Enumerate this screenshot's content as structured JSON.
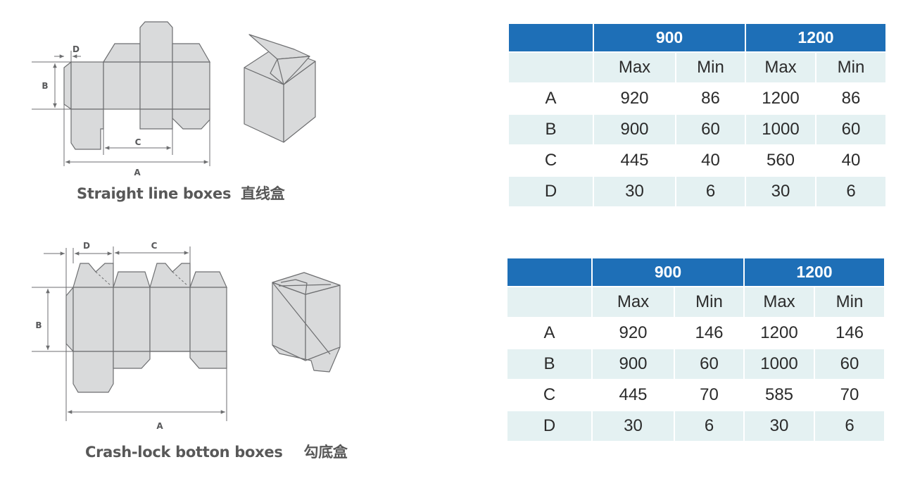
{
  "sections": [
    {
      "caption_en": "Straight line boxes",
      "caption_cn": "直线盒",
      "dimension_labels": {
        "a": "A",
        "b": "B",
        "c": "C",
        "d": "D"
      },
      "table": {
        "groups": [
          "900",
          "1200"
        ],
        "subheaders": [
          "Max",
          "Min",
          "Max",
          "Min"
        ],
        "rows": [
          {
            "label": "A",
            "values": [
              "920",
              "86",
              "1200",
              "86"
            ]
          },
          {
            "label": "B",
            "values": [
              "900",
              "60",
              "1000",
              "60"
            ]
          },
          {
            "label": "C",
            "values": [
              "445",
              "40",
              "560",
              "40"
            ]
          },
          {
            "label": "D",
            "values": [
              "30",
              "6",
              "30",
              "6"
            ]
          }
        ]
      }
    },
    {
      "caption_en": "Crash-lock botton boxes",
      "caption_cn": "勾底盒",
      "dimension_labels": {
        "a": "A",
        "b": "B",
        "c": "C",
        "d": "D"
      },
      "table": {
        "groups": [
          "900",
          "1200"
        ],
        "subheaders": [
          "Max",
          "Min",
          "Max",
          "Min"
        ],
        "rows": [
          {
            "label": "A",
            "values": [
              "920",
              "146",
              "1200",
              "146"
            ]
          },
          {
            "label": "B",
            "values": [
              "900",
              "60",
              "1000",
              "60"
            ]
          },
          {
            "label": "C",
            "values": [
              "445",
              "70",
              "585",
              "70"
            ]
          },
          {
            "label": "D",
            "values": [
              "30",
              "6",
              "30",
              "6"
            ]
          }
        ]
      }
    }
  ],
  "colors": {
    "header": "#1e6fb7",
    "row_tint": "#e4f1f2",
    "panel_fill": "#d9dadb",
    "panel_stroke": "#6d6e70"
  }
}
